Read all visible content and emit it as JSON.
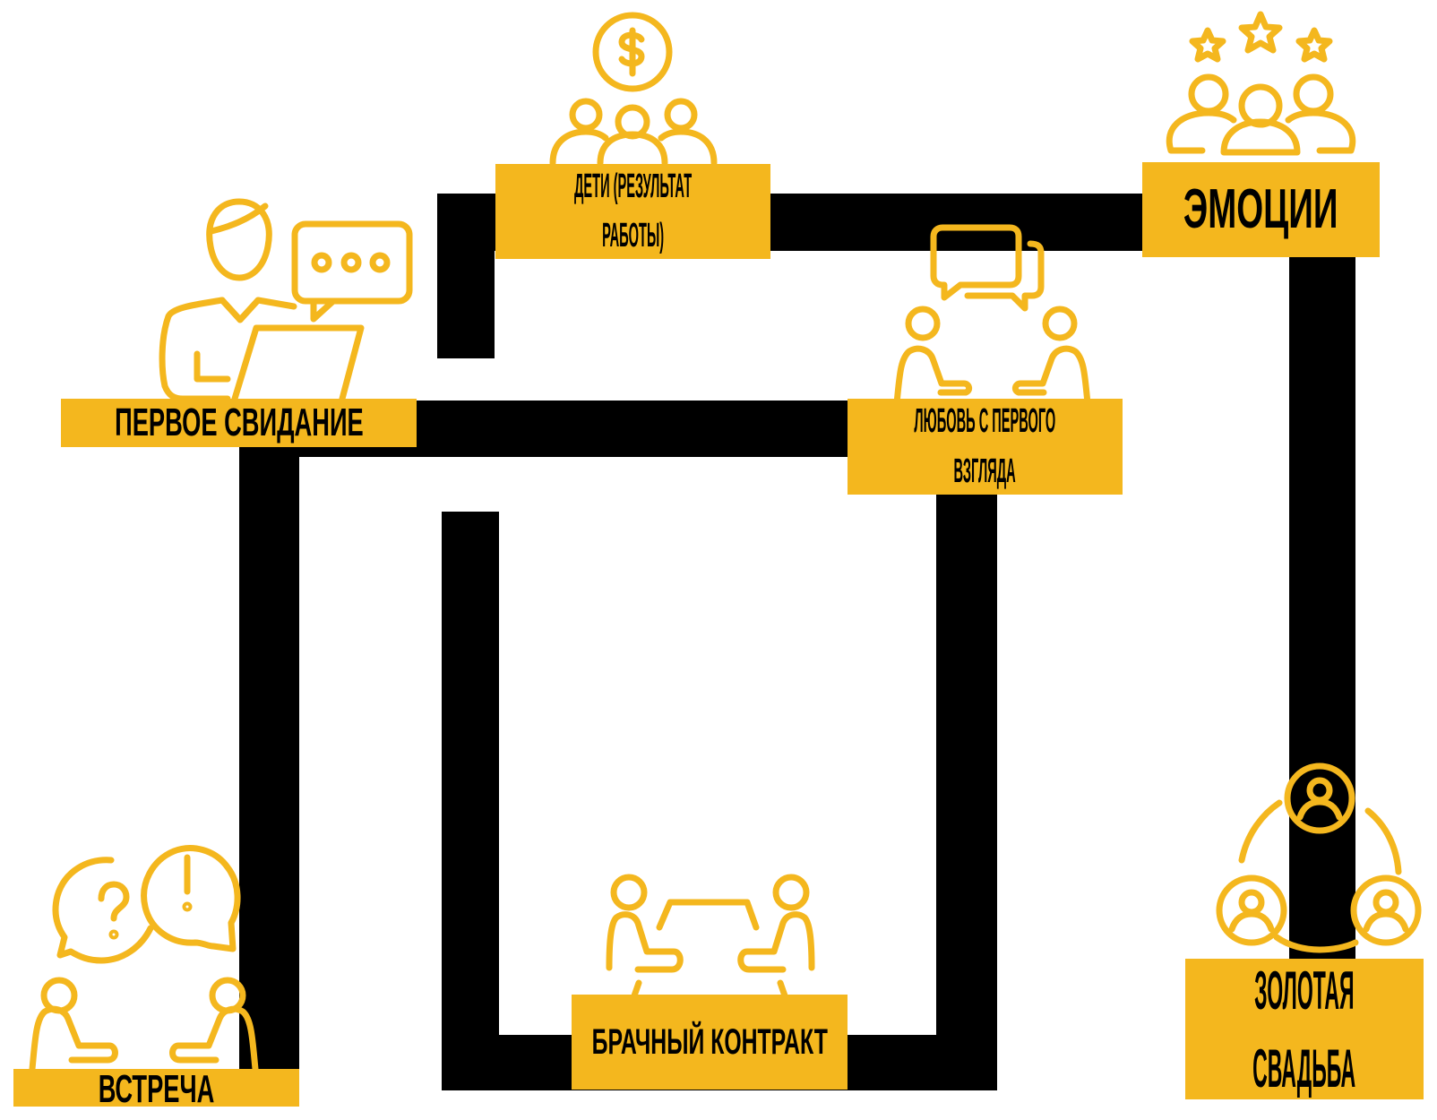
{
  "colors": {
    "accent": "#F4B71E",
    "path": "#000000"
  },
  "stages": [
    {
      "id": "meeting",
      "label": "ВСТРЕЧА",
      "icon": "question-exclamation-conversation-icon"
    },
    {
      "id": "first-date",
      "label": "ПЕРВОЕ СВИДАНИЕ",
      "icon": "person-laptop-chat-icon"
    },
    {
      "id": "love",
      "label_line1": "ЛЮБОВЬ С ПЕРВОГО",
      "label_line2": "ВЗГЛЯДА",
      "icon": "two-people-chat-icon"
    },
    {
      "id": "children",
      "label_line1": "ДЕТИ (РЕЗУЛЬТАТ",
      "label_line2": "РАБОТЫ)",
      "icon": "group-dollar-icon"
    },
    {
      "id": "emotions",
      "label": "ЭМОЦИИ",
      "icon": "group-stars-icon"
    },
    {
      "id": "golden-wedding",
      "label_line1": "ЗОЛОТАЯ",
      "label_line2": "СВАДЬБА",
      "icon": "network-people-icon"
    },
    {
      "id": "contract",
      "label": "БРАЧНЫЙ КОНТРАКТ",
      "icon": "negotiation-table-icon"
    }
  ]
}
